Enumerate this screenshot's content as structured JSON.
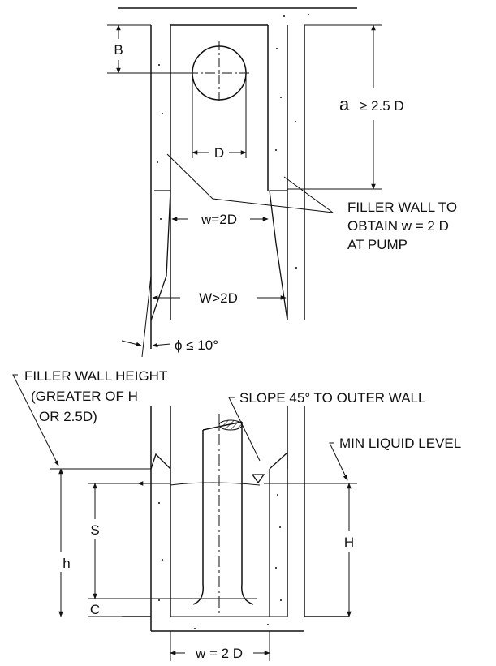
{
  "plan_view": {
    "dim_B": "B",
    "dim_a": "a",
    "dim_a_value": "≥ 2.5 D",
    "dim_D": "D",
    "dim_w": "w=2D",
    "dim_W": "W>2D",
    "angle": "ϕ ≤ 10°",
    "filler_note": [
      "FILLER WALL TO",
      "OBTAIN w = 2 D",
      "AT PUMP"
    ]
  },
  "elevation_view": {
    "filler_height_note": [
      "FILLER WALL HEIGHT",
      "(GREATER OF H",
      "OR 2.5D)"
    ],
    "slope_note": "SLOPE 45° TO OUTER WALL",
    "liquid_level_note": "MIN LIQUID LEVEL",
    "dim_S": "S",
    "dim_h": "h",
    "dim_C": "C",
    "dim_H": "H",
    "dim_w_bottom": "w = 2 D"
  },
  "colors": {
    "line": "#111111",
    "background": "#ffffff"
  }
}
